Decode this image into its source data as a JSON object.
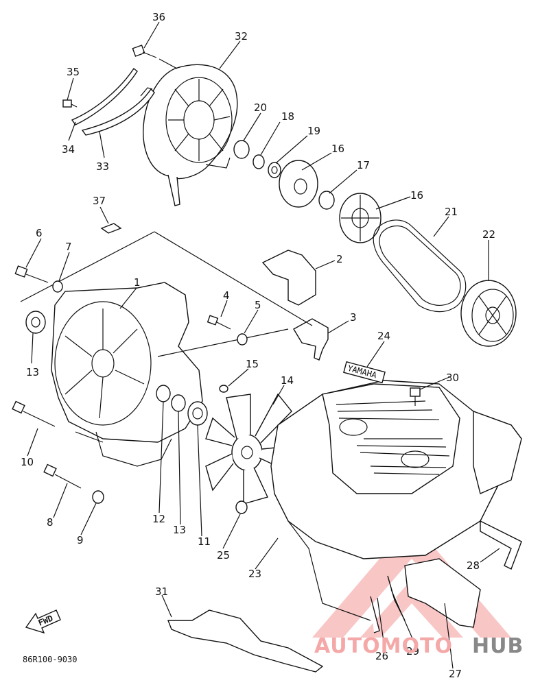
{
  "diagram_code": "86R100-9030",
  "fwd_label": "FWD",
  "badge_text": "YAMAHA",
  "watermark": {
    "part1": "AUTOMOTO",
    "part2": "HUB",
    "color1": "#f5a8a8",
    "color2": "#888888"
  },
  "callouts": {
    "c1": "1",
    "c2": "2",
    "c3": "3",
    "c4": "4",
    "c5": "5",
    "c6": "6",
    "c7": "7",
    "c8": "8",
    "c9": "9",
    "c10": "10",
    "c11": "11",
    "c12": "12",
    "c13a": "13",
    "c13b": "13",
    "c14": "14",
    "c15": "15",
    "c16a": "16",
    "c16b": "16",
    "c17": "17",
    "c18": "18",
    "c19": "19",
    "c20": "20",
    "c21": "21",
    "c22": "22",
    "c23": "23",
    "c24": "24",
    "c25": "25",
    "c26": "26",
    "c27": "27",
    "c28": "28",
    "c29": "29",
    "c30": "30",
    "c31": "31",
    "c32": "32",
    "c33": "33",
    "c34": "34",
    "c35": "35",
    "c36": "36",
    "c37": "37"
  }
}
